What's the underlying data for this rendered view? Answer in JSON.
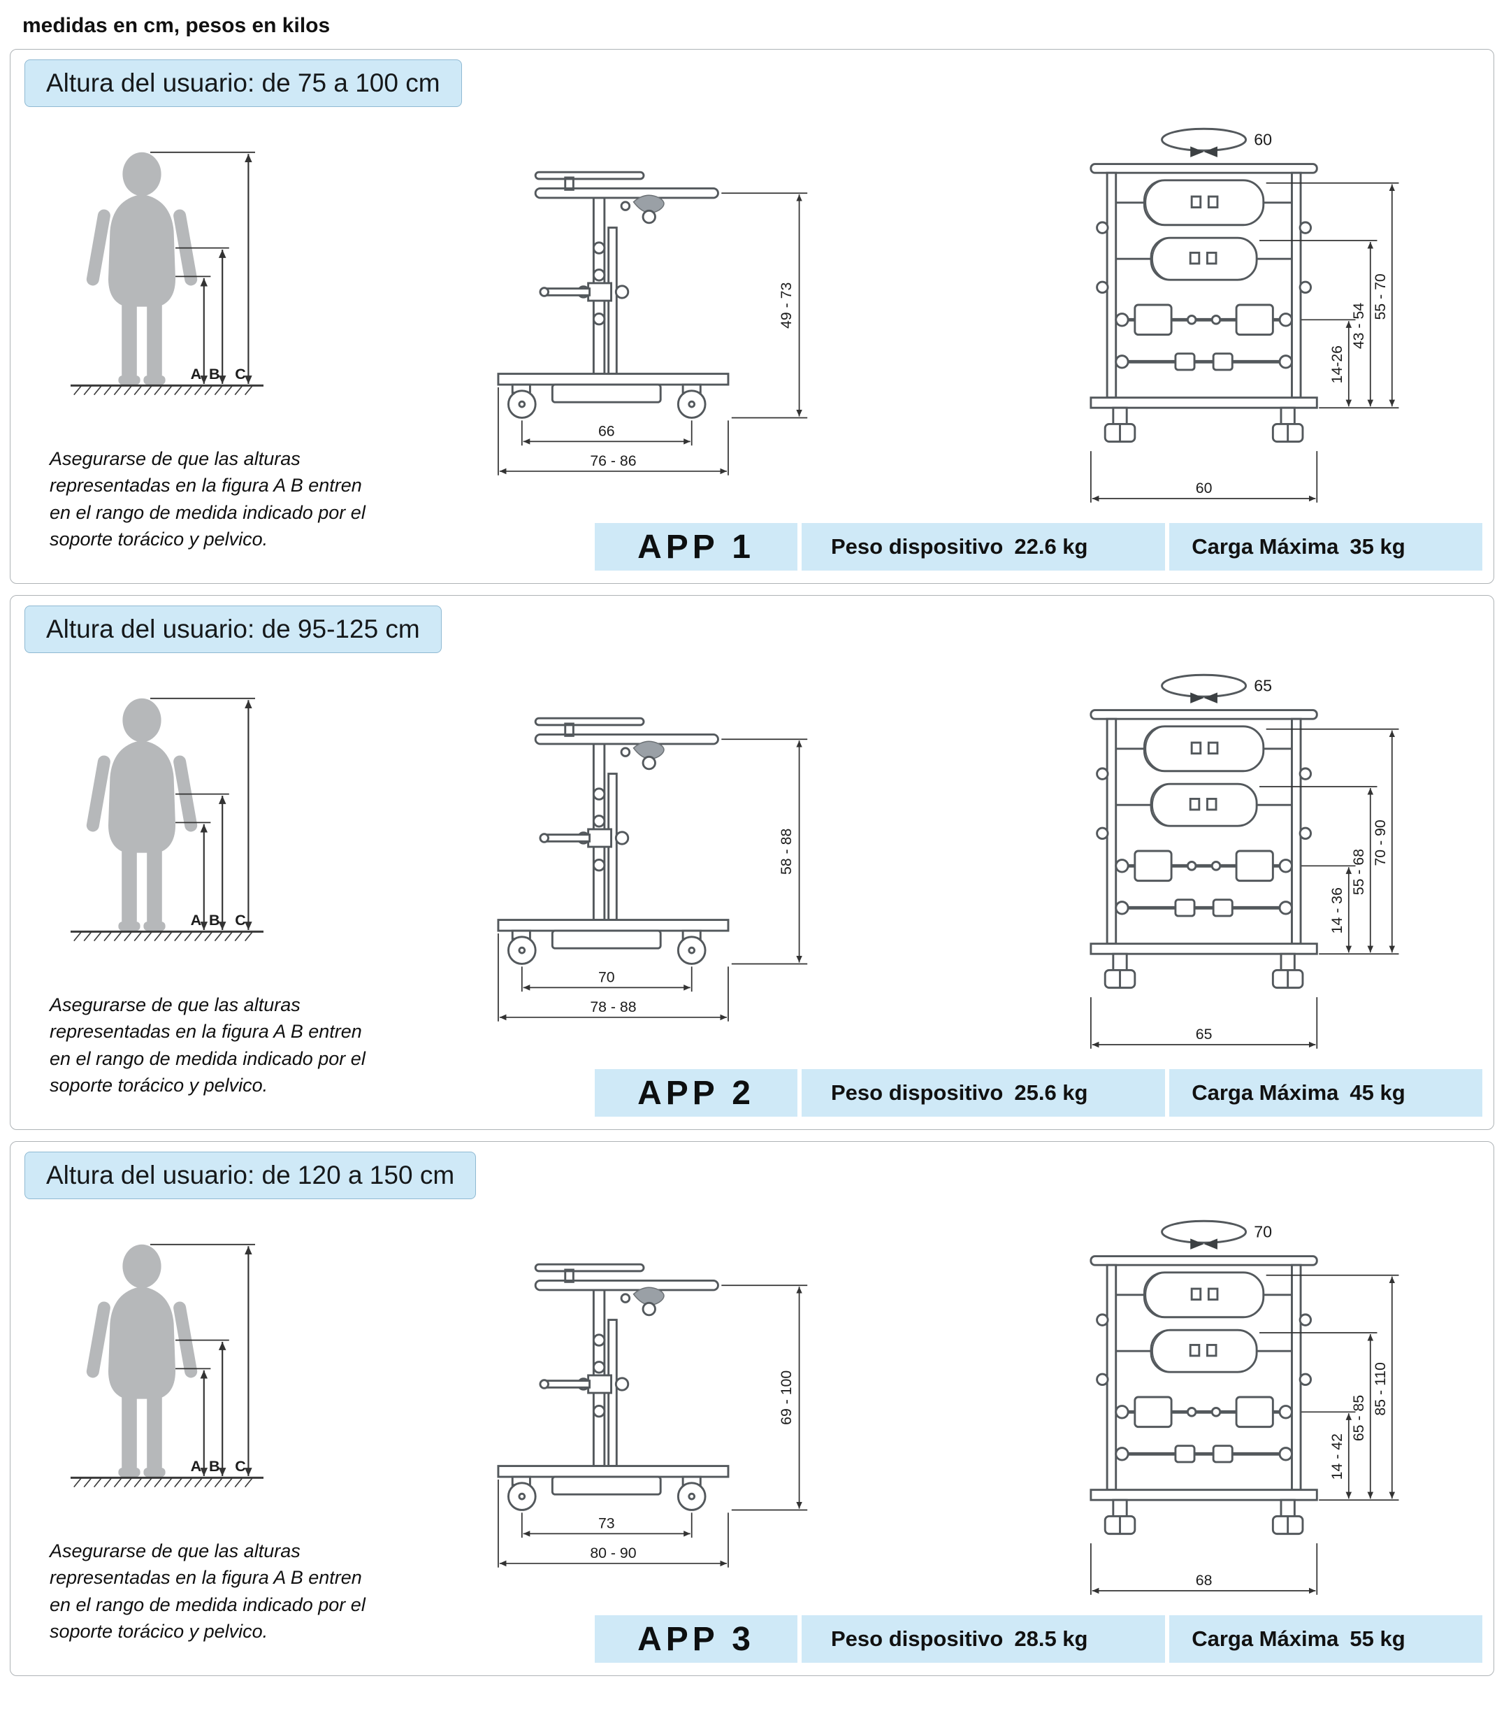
{
  "page": {
    "units_note": "medidas en cm, pesos en kilos"
  },
  "figure": {
    "a": "A",
    "b": "B",
    "c": "C"
  },
  "sections": [
    {
      "title": "Altura del usuario: de 75 a 100 cm",
      "note": "Asegurarse de que las alturas representadas en la figura A B entren en el rango de medida indicado por el soporte torácico y pelvico.",
      "side_view": {
        "height_range": "49 - 73",
        "width_inner": "66",
        "width_outer": "76 - 86"
      },
      "front_view": {
        "rotation": "60",
        "height_outer": "55 - 70",
        "height_mid": "43 - 54",
        "height_inner": "14-26",
        "width_base": "60"
      },
      "app": {
        "name": "APP 1",
        "peso_label": "Peso dispositivo",
        "peso_value": "22.6 kg",
        "carga_label": "Carga Máxima",
        "carga_value": "35 kg"
      }
    },
    {
      "title": "Altura del usuario: de 95-125 cm",
      "note": "Asegurarse de que las alturas representadas en la figura A B entren en el rango de medida indicado por el soporte torácico y pelvico.",
      "side_view": {
        "height_range": "58 - 88",
        "width_inner": "70",
        "width_outer": "78 - 88"
      },
      "front_view": {
        "rotation": "65",
        "height_outer": "70 - 90",
        "height_mid": "55 - 68",
        "height_inner": "14 - 36",
        "width_base": "65"
      },
      "app": {
        "name": "APP 2",
        "peso_label": "Peso dispositivo",
        "peso_value": "25.6 kg",
        "carga_label": "Carga Máxima",
        "carga_value": "45 kg"
      }
    },
    {
      "title": "Altura del usuario: de 120 a 150 cm",
      "note": "Asegurarse de que las alturas representadas en la figura A B entren en el rango de medida indicado por el soporte torácico y pelvico.",
      "side_view": {
        "height_range": "69 - 100",
        "width_inner": "73",
        "width_outer": "80 - 90"
      },
      "front_view": {
        "rotation": "70",
        "height_outer": "85 - 110",
        "height_mid": "65 - 85",
        "height_inner": "14 - 42",
        "width_base": "68"
      },
      "app": {
        "name": "APP 3",
        "peso_label": "Peso dispositivo",
        "peso_value": "28.5 kg",
        "carga_label": "Carga Máxima",
        "carga_value": "55 kg"
      }
    }
  ]
}
